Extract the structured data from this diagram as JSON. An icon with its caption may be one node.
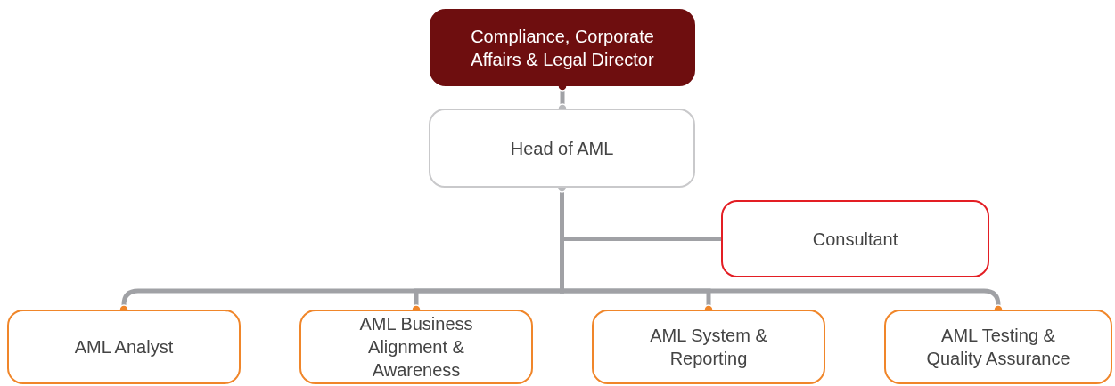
{
  "diagram": {
    "nodes": [
      {
        "text": [
          "Compliance, Corporate Affairs & Legal Director"
        ]
      },
      {
        "text": [
          "Head of AML"
        ]
      },
      {
        "text": [
          "Consultant"
        ]
      },
      {
        "text": [
          "AML Analyst"
        ]
      },
      {
        "text": [
          "AML Business Alignment & Awareness"
        ]
      },
      {
        "text": [
          "AML System & Reporting"
        ]
      },
      {
        "text": [
          "AML Testing & Quality Assurance"
        ]
      }
    ],
    "edges": [
      {
        "from": 0,
        "to": 1,
        "arrow": "other"
      },
      {
        "from": 1,
        "to": 2,
        "arrow": "none"
      },
      {
        "from": 1,
        "to": 3,
        "arrow": "other"
      },
      {
        "from": 1,
        "to": 4,
        "arrow": "other"
      },
      {
        "from": 1,
        "to": 5,
        "arrow": "other"
      },
      {
        "from": 1,
        "to": 6,
        "arrow": "other"
      }
    ]
  }
}
